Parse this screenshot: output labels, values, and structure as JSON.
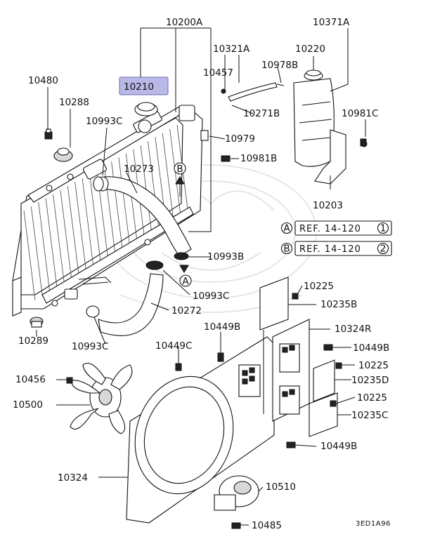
{
  "diagram": {
    "parts": [
      {
        "id": "p10200A",
        "label": "10200A"
      },
      {
        "id": "p10371A",
        "label": "10371A"
      },
      {
        "id": "p10321A",
        "label": "10321A"
      },
      {
        "id": "p10220",
        "label": "10220"
      },
      {
        "id": "p10457",
        "label": "10457"
      },
      {
        "id": "p10978B",
        "label": "10978B"
      },
      {
        "id": "p10480",
        "label": "10480"
      },
      {
        "id": "p10210",
        "label": "10210",
        "highlighted": true
      },
      {
        "id": "p10288",
        "label": "10288"
      },
      {
        "id": "p10271B",
        "label": "10271B"
      },
      {
        "id": "p10993C_a",
        "label": "10993C"
      },
      {
        "id": "p10981C",
        "label": "10981C"
      },
      {
        "id": "p10979",
        "label": "10979"
      },
      {
        "id": "p10981B",
        "label": "10981B"
      },
      {
        "id": "p10273",
        "label": "10273"
      },
      {
        "id": "p10203",
        "label": "10203"
      },
      {
        "id": "p10993B",
        "label": "10993B"
      },
      {
        "id": "p10993C_b",
        "label": "10993C"
      },
      {
        "id": "p10225_a",
        "label": "10225"
      },
      {
        "id": "p10235B",
        "label": "10235B"
      },
      {
        "id": "p10272",
        "label": "10272"
      },
      {
        "id": "p10289",
        "label": "10289"
      },
      {
        "id": "p10993C_c",
        "label": "10993C"
      },
      {
        "id": "p10449B_a",
        "label": "10449B"
      },
      {
        "id": "p10324R",
        "label": "10324R"
      },
      {
        "id": "p10449C",
        "label": "10449C"
      },
      {
        "id": "p10449B_b",
        "label": "10449B"
      },
      {
        "id": "p10225_b",
        "label": "10225"
      },
      {
        "id": "p10235D",
        "label": "10235D"
      },
      {
        "id": "p10456",
        "label": "10456"
      },
      {
        "id": "p10225_c",
        "label": "10225"
      },
      {
        "id": "p10500",
        "label": "10500"
      },
      {
        "id": "p10235C",
        "label": "10235C"
      },
      {
        "id": "p10449B_c",
        "label": "10449B"
      },
      {
        "id": "p10324",
        "label": "10324"
      },
      {
        "id": "p10510",
        "label": "10510"
      },
      {
        "id": "p10485",
        "label": "10485"
      }
    ],
    "references": [
      {
        "letter": "A",
        "text": "REF. 14-120",
        "sheet": "1"
      },
      {
        "letter": "B",
        "text": "REF. 14-120",
        "sheet": "2"
      }
    ],
    "flow_markers": [
      {
        "id": "mkB",
        "letter": "B"
      },
      {
        "id": "mkA",
        "letter": "A"
      }
    ],
    "diagram_code": "3ED1A96",
    "colors": {
      "highlight_fill": "#b9b8e6",
      "highlight_stroke": "#6b6bb0",
      "line": "#111111"
    }
  }
}
